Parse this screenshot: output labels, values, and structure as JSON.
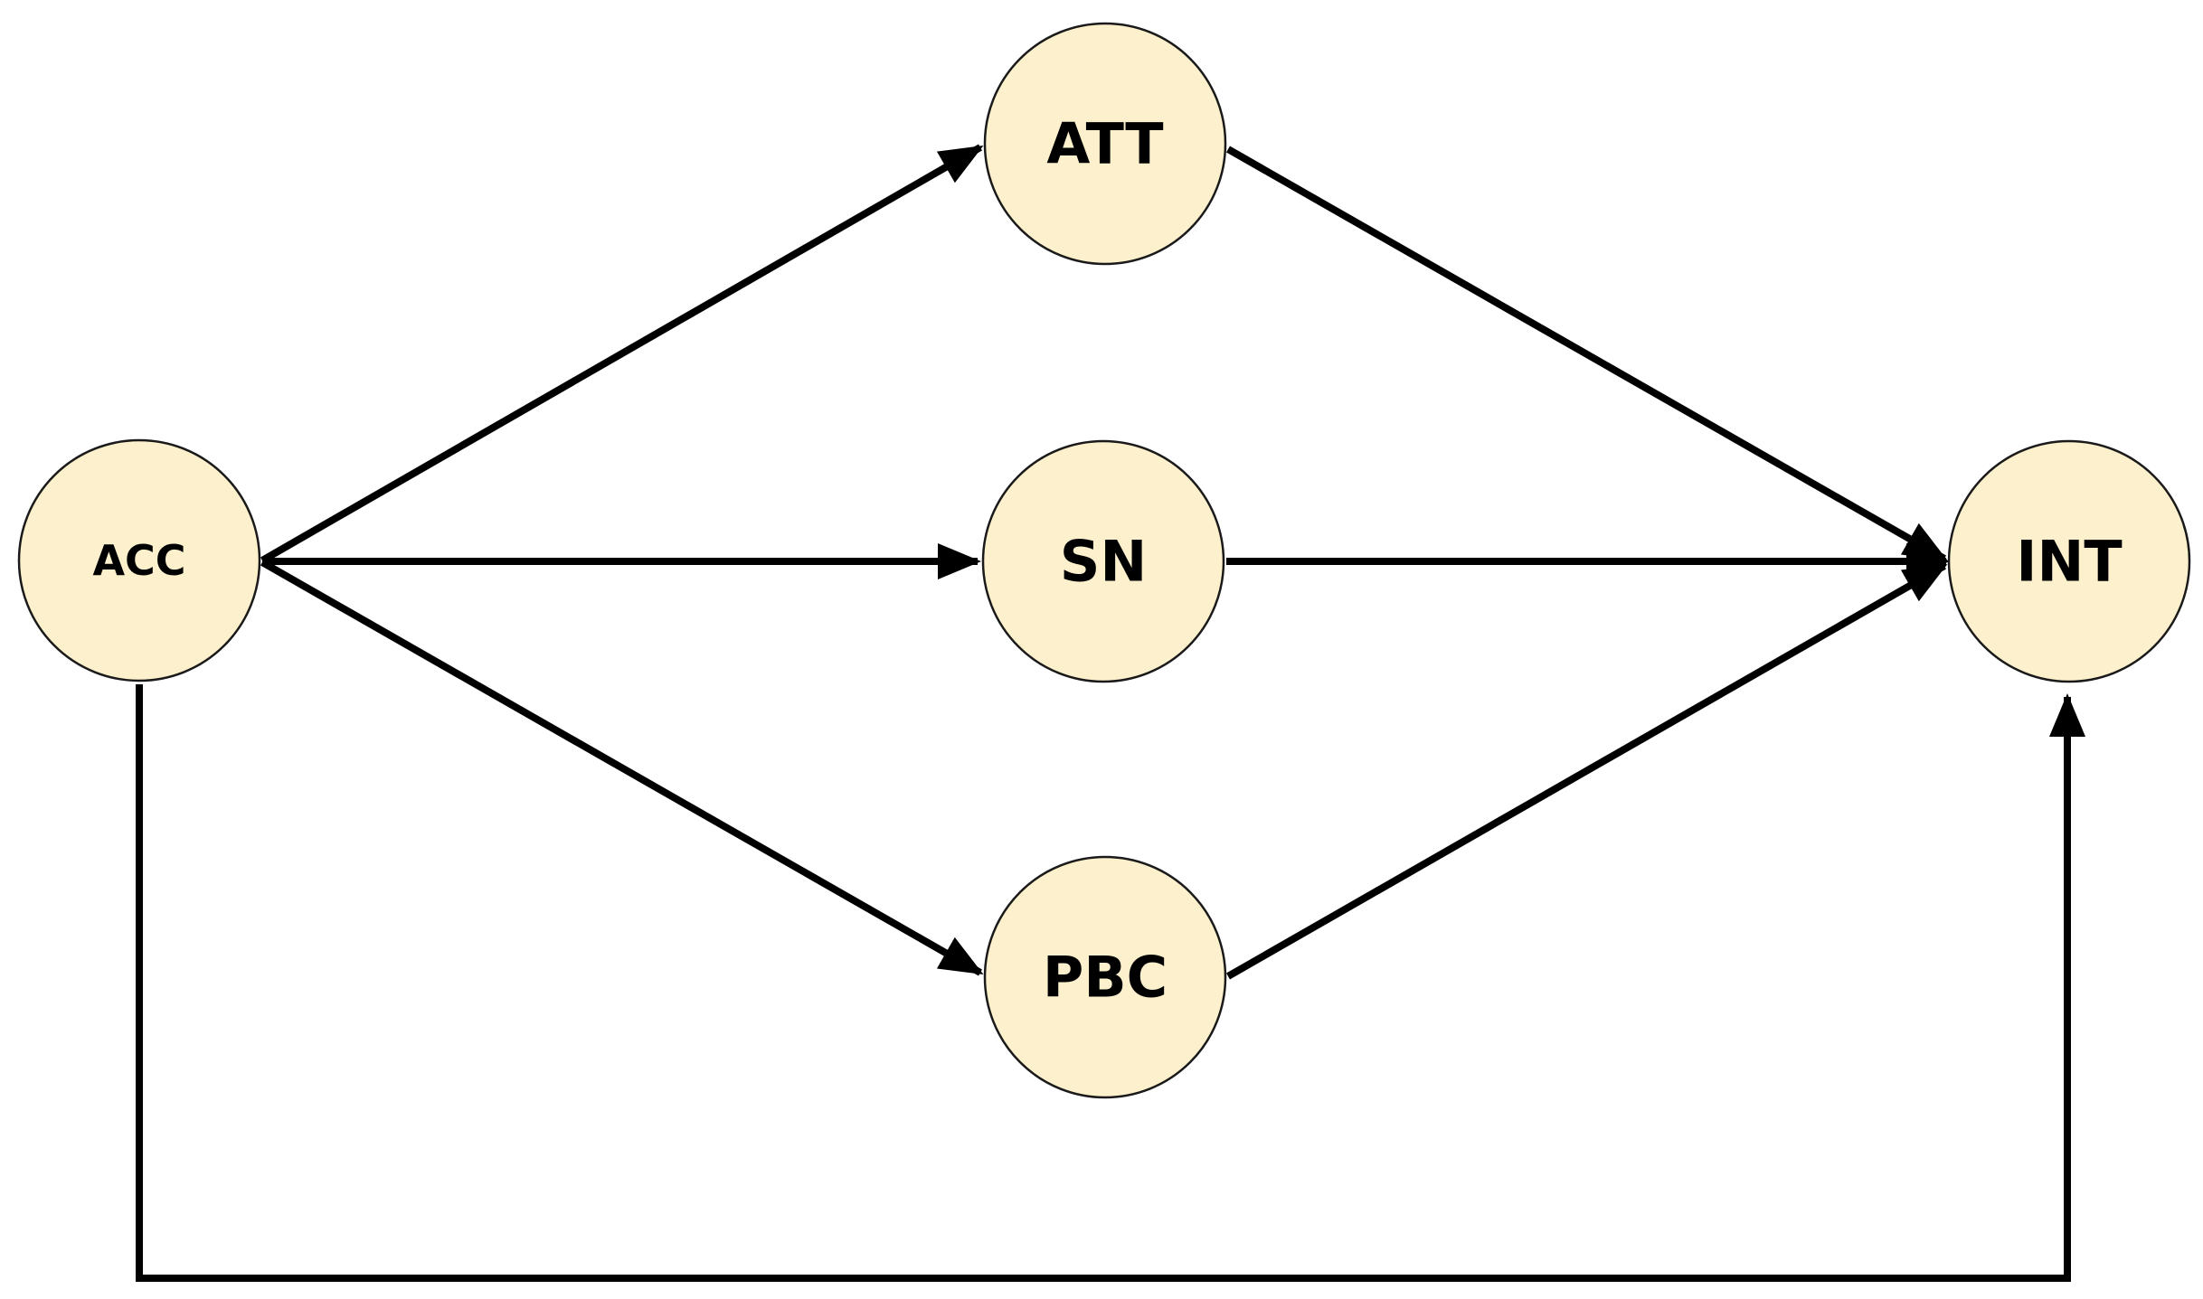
{
  "nodes": {
    "acc": {
      "label": "ACC"
    },
    "att": {
      "label": "ATT"
    },
    "sn": {
      "label": "SN"
    },
    "pbc": {
      "label": "PBC"
    },
    "int": {
      "label": "INT"
    }
  },
  "edges": [
    {
      "from": "ACC",
      "to": "ATT"
    },
    {
      "from": "ACC",
      "to": "SN"
    },
    {
      "from": "ACC",
      "to": "PBC"
    },
    {
      "from": "ATT",
      "to": "INT"
    },
    {
      "from": "SN",
      "to": "INT"
    },
    {
      "from": "PBC",
      "to": "INT"
    },
    {
      "from": "ACC",
      "to": "INT"
    }
  ],
  "colors": {
    "node_fill": "#fdf0cc",
    "node_stroke": "#1a1a1a",
    "edge": "#000000"
  }
}
